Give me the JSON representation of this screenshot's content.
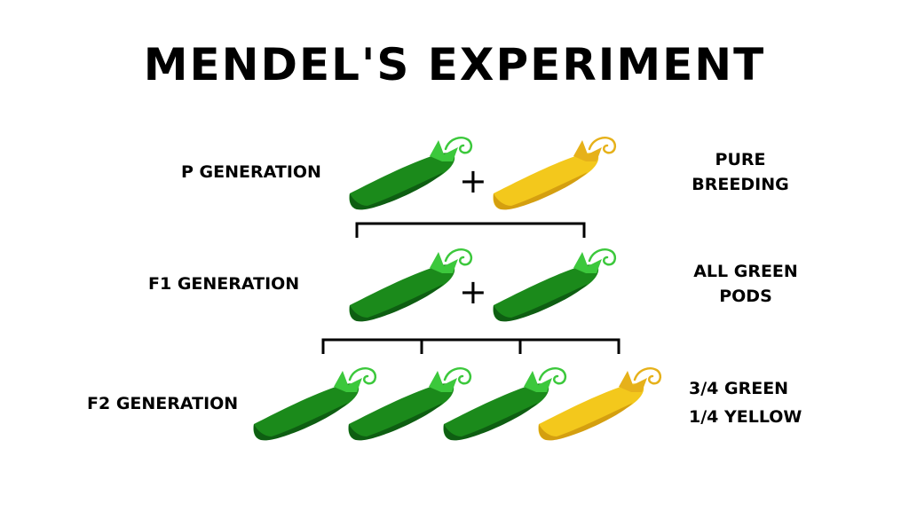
{
  "title": "MENDEL'S EXPERIMENT",
  "colors": {
    "green_pod": "#1b8a1b",
    "green_pod_dark": "#0e5e12",
    "green_sepal": "#3cc83c",
    "yellow_pod": "#f3c81c",
    "yellow_pod_dark": "#d49f10",
    "yellow_sepal": "#e6b11a"
  },
  "rows": {
    "p": {
      "label": "P GENERATION",
      "note_lines": [
        "PURE",
        "BREEDING"
      ],
      "pods": [
        "green",
        "yellow"
      ],
      "operator": "+"
    },
    "f1": {
      "label": "F1 GENERATION",
      "note_lines": [
        "ALL GREEN",
        "PODS"
      ],
      "pods": [
        "green",
        "green"
      ],
      "operator": "+"
    },
    "f2": {
      "label": "F2 GENERATION",
      "note_lines": [
        "3/4 GREEN",
        "1/4 YELLOW"
      ],
      "pods": [
        "green",
        "green",
        "green",
        "yellow"
      ]
    }
  }
}
